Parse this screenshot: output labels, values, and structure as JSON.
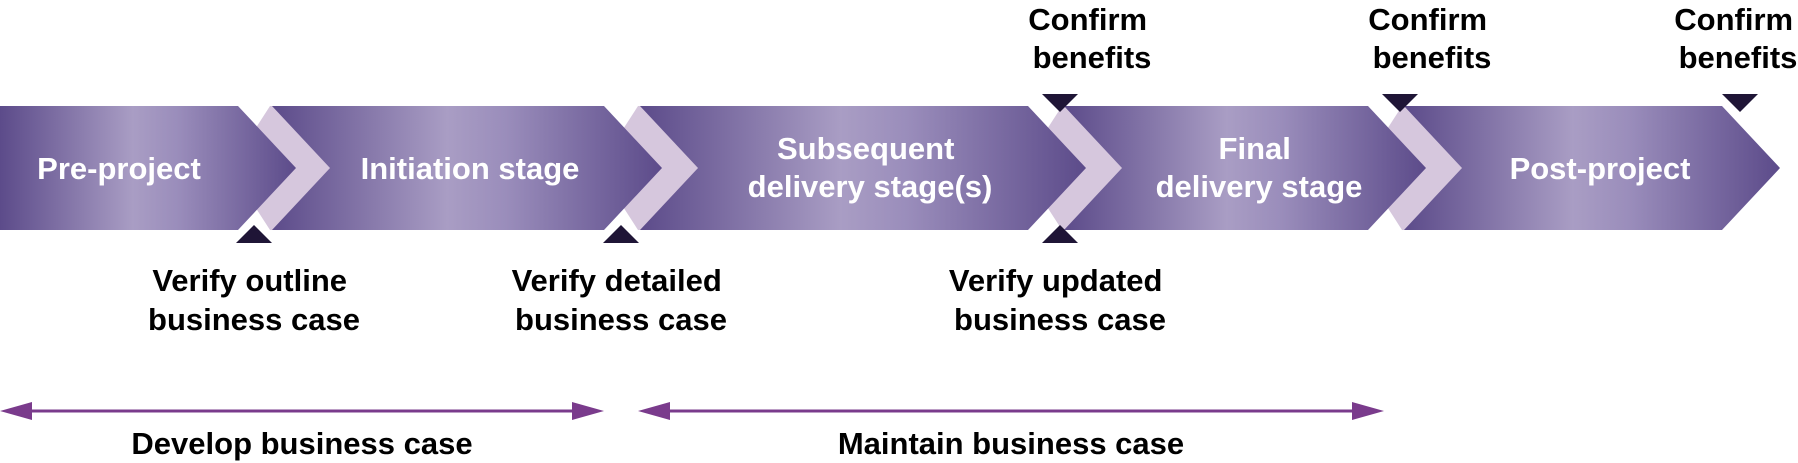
{
  "colors": {
    "stage_dark": "#5c4b8a",
    "stage_light": "#a99dc4",
    "connector": "#d6c7dd",
    "marker": "#1f1536",
    "span_arrow": "#7a3b8c",
    "text_on_stage": "#ffffff",
    "text": "#000000"
  },
  "stages": [
    {
      "label_lines": [
        "Pre-project"
      ]
    },
    {
      "label_lines": [
        "Initiation stage"
      ]
    },
    {
      "label_lines": [
        "Subsequent",
        "delivery stage(s)"
      ]
    },
    {
      "label_lines": [
        "Final",
        "delivery stage"
      ]
    },
    {
      "label_lines": [
        "Post-project"
      ]
    }
  ],
  "milestones_below": [
    {
      "label_lines": [
        "Verify outline",
        "business case"
      ]
    },
    {
      "label_lines": [
        "Verify detailed",
        "business case"
      ]
    },
    {
      "label_lines": [
        "Verify updated",
        "business case"
      ]
    }
  ],
  "milestones_above": [
    {
      "label_lines": [
        "Confirm",
        "benefits"
      ]
    },
    {
      "label_lines": [
        "Confirm",
        "benefits"
      ]
    },
    {
      "label_lines": [
        "Confirm",
        "benefits"
      ]
    }
  ],
  "spans": [
    {
      "label": "Develop business case"
    },
    {
      "label": "Maintain business case"
    }
  ]
}
